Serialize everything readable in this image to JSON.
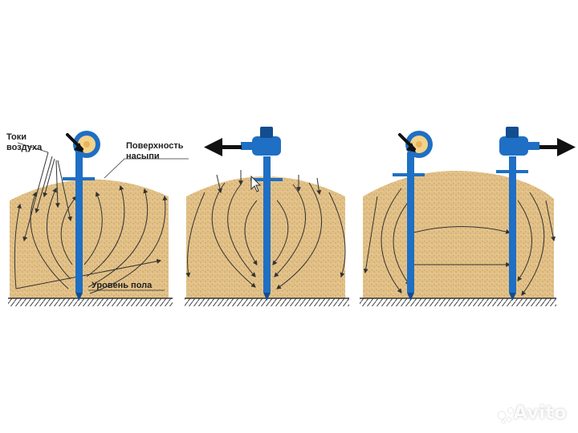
{
  "labels": {
    "air_currents_line1": "Токи",
    "air_currents_line2": "воздуха",
    "surface_line1": "Поверхность",
    "surface_line2": "насыпи",
    "floor_level": "Уровень пола"
  },
  "watermark": "Avito",
  "icons": [
    "fan-icon",
    "arrow-left-icon",
    "arrow-right-icon",
    "cursor-icon",
    "avito-logo-icon"
  ],
  "colors": {
    "grain": "#e2c188",
    "grain_shadow": "#c89d5c",
    "aerator": "#1f6fc4",
    "aerator_dark": "#124d8f",
    "flow_line": "#333333",
    "floor_hatch": "#444444",
    "fan_face": "#f4d28a"
  }
}
